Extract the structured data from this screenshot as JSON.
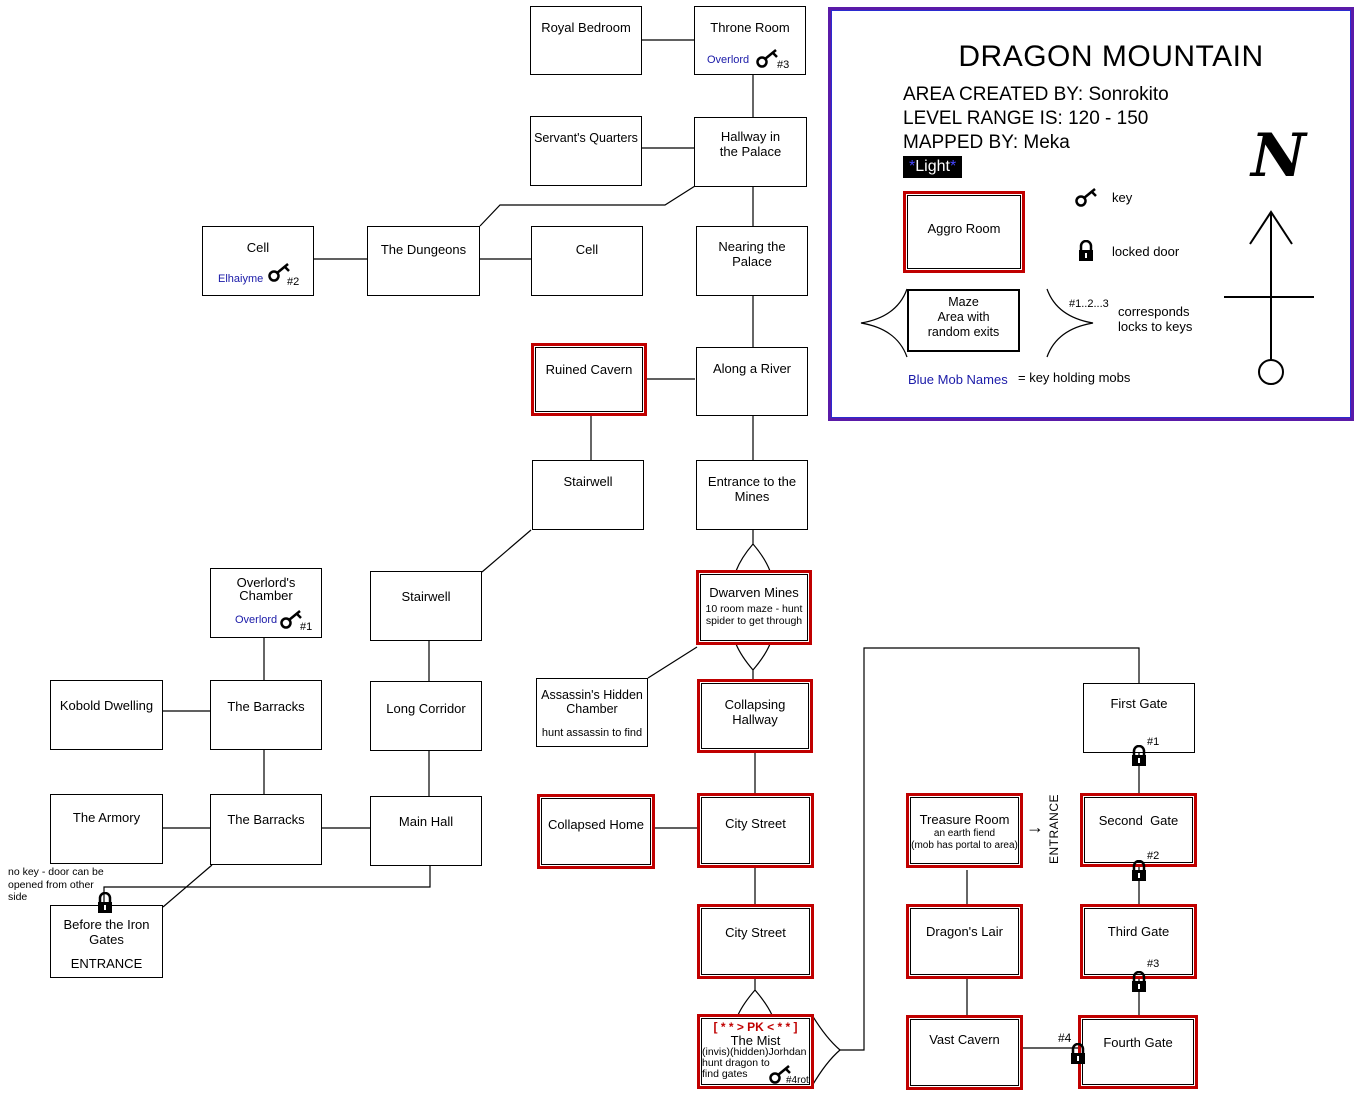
{
  "legend": {
    "title": "DRAGON MOUNTAIN",
    "created_by": "AREA CREATED BY: Sonrokito",
    "level_range": "LEVEL RANGE IS: 120 - 150",
    "mapped_by": "MAPPED BY: Meka",
    "light_star": "*",
    "light_label": "Light",
    "aggro_label": "Aggro Room",
    "maze_label": "Maze\nArea with\nrandom exits",
    "key_label": "key",
    "locked_label": "locked door",
    "numbers_label": "#1..2...3",
    "corresponds_label": "corresponds\nlocks to keys",
    "blue_names": "Blue Mob Names",
    "key_holding": "= key holding mobs",
    "compass_letter": "N"
  },
  "rooms": {
    "royal_bedroom": "Royal Bedroom",
    "throne_room": "Throne Room",
    "throne_mob": "Overlord",
    "throne_key": "#3",
    "servants_quarters": "Servant's Quarters",
    "hallway_palace": "Hallway in\nthe Palace",
    "cell_left": "Cell",
    "cell_left_mob": "Elhaiyme",
    "cell_left_key": "#2",
    "dungeons": "The Dungeons",
    "cell_right": "Cell",
    "nearing_palace": "Nearing the\nPalace",
    "ruined_cavern": "Ruined Cavern",
    "along_river": "Along a River",
    "stairwell_upper": "Stairwell",
    "entrance_mines": "Entrance to the\nMines",
    "overlords_chamber": "Overlord's\nChamber",
    "overlords_mob": "Overlord",
    "overlords_key": "#1",
    "stairwell_lower": "Stairwell",
    "dwarven_mines": "Dwarven Mines",
    "dwarven_note": "10 room maze - hunt\nspider to get through",
    "kobold_dwelling": "Kobold Dwelling",
    "barracks_upper": "The Barracks",
    "long_corridor": "Long Corridor",
    "assassins_chamber": "Assassin's Hidden\nChamber",
    "assassins_note": "hunt assassin to find",
    "collapsing_hallway": "Collapsing\nHallway",
    "armory": "The Armory",
    "barracks_lower": "The Barracks",
    "main_hall": "Main Hall",
    "collapsed_home": "Collapsed Home",
    "city_street_upper": "City Street",
    "before_iron_gates": "Before the Iron\nGates",
    "entrance_label": "ENTRANCE",
    "city_street_lower": "City Street",
    "mist_pk": "[ * * > PK < * * ]",
    "mist_name": "The Mist",
    "mist_note": "(invis)(hidden)Jorhdan\nhunt  dragon to\nfind gates",
    "mist_key": "#4rot",
    "first_gate": "First Gate",
    "second_gate": "Second  Gate",
    "third_gate": "Third Gate",
    "fourth_gate": "Fourth Gate",
    "treasure_room": "Treasure Room",
    "treasure_note": "an earth fiend\n(mob has portal to area)",
    "dragons_lair": "Dragon's Lair",
    "vast_cavern": "Vast Cavern"
  },
  "annotations": {
    "no_key_note": "no key - door can be\nopened from other\nside",
    "lock1": "#1",
    "lock2": "#2",
    "lock3": "#3",
    "lock4": "#4",
    "side_entrance": "ENTRANCE",
    "arrow": "→"
  },
  "colors": {
    "aggro_border": "#c00000",
    "mob_blue": "#1a1aa8",
    "legend_border": "#5a1aa8",
    "pk_red": "#c00000"
  }
}
